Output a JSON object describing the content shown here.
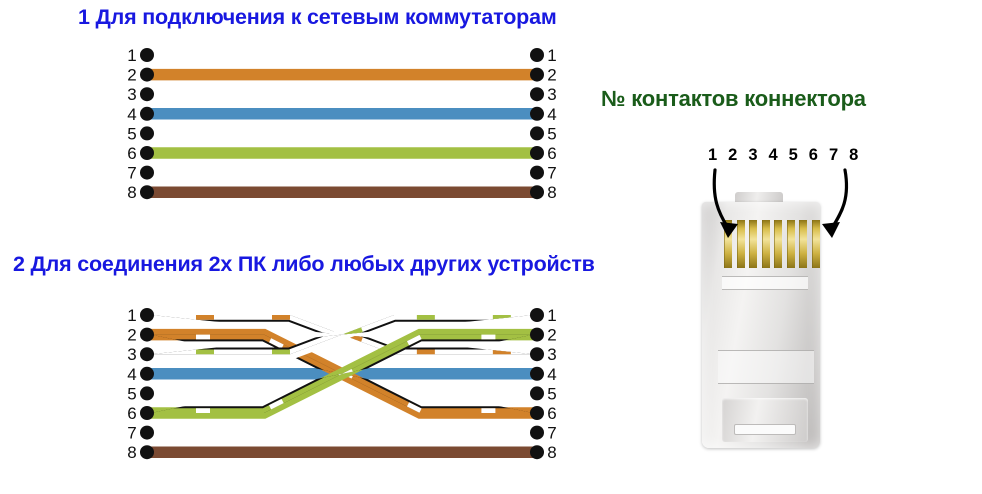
{
  "headings": {
    "straight": "1 Для подключения к сетевым коммутаторам",
    "crossover": "2 Для соединения 2х ПК либо любых других устройств",
    "connector": "№ контактов коннектора"
  },
  "colors": {
    "heading_blue": "#1818e0",
    "heading_green": "#1a5c1a",
    "orange": "#d2822a",
    "green": "#a3c043",
    "blue": "#4b8ec0",
    "brown": "#7b4a32",
    "white": "#ffffff",
    "outline": "#111111",
    "pin_dot": "#111111",
    "contact_gold": "#d8bd4b"
  },
  "connector": {
    "pin_numbers_label": "1 2 3 4 5 6 7 8",
    "pin_numbers": [
      "1",
      "2",
      "3",
      "4",
      "5",
      "6",
      "7",
      "8"
    ],
    "contact_count": 8,
    "arrow_targets": [
      "1",
      "8"
    ]
  },
  "diagrams": [
    {
      "id": "straight",
      "name": "straight-through",
      "title_ref": "headings.straight",
      "left_pins": [
        "1",
        "2",
        "3",
        "4",
        "5",
        "6",
        "7",
        "8"
      ],
      "right_pins": [
        "1",
        "2",
        "3",
        "4",
        "5",
        "6",
        "7",
        "8"
      ],
      "wires": [
        {
          "left_pin": 1,
          "right_pin": 1,
          "color": "orange",
          "style": "striped"
        },
        {
          "left_pin": 2,
          "right_pin": 2,
          "color": "orange",
          "style": "solid"
        },
        {
          "left_pin": 3,
          "right_pin": 3,
          "color": "green",
          "style": "striped"
        },
        {
          "left_pin": 4,
          "right_pin": 4,
          "color": "blue",
          "style": "solid"
        },
        {
          "left_pin": 5,
          "right_pin": 5,
          "color": "blue",
          "style": "striped"
        },
        {
          "left_pin": 6,
          "right_pin": 6,
          "color": "green",
          "style": "solid"
        },
        {
          "left_pin": 7,
          "right_pin": 7,
          "color": "brown",
          "style": "striped"
        },
        {
          "left_pin": 8,
          "right_pin": 8,
          "color": "brown",
          "style": "solid"
        }
      ]
    },
    {
      "id": "crossover",
      "name": "crossover",
      "title_ref": "headings.crossover",
      "left_pins": [
        "1",
        "2",
        "3",
        "4",
        "5",
        "6",
        "7",
        "8"
      ],
      "right_pins": [
        "1",
        "2",
        "3",
        "4",
        "5",
        "6",
        "7",
        "8"
      ],
      "wires": [
        {
          "left_pin": 1,
          "right_pin": 3,
          "color": "orange",
          "style": "striped"
        },
        {
          "left_pin": 2,
          "right_pin": 6,
          "color": "orange",
          "style": "solid"
        },
        {
          "left_pin": 3,
          "right_pin": 1,
          "color": "green",
          "style": "striped"
        },
        {
          "left_pin": 4,
          "right_pin": 4,
          "color": "blue",
          "style": "solid"
        },
        {
          "left_pin": 5,
          "right_pin": 5,
          "color": "blue",
          "style": "striped"
        },
        {
          "left_pin": 6,
          "right_pin": 2,
          "color": "green",
          "style": "solid"
        },
        {
          "left_pin": 7,
          "right_pin": 7,
          "color": "brown",
          "style": "striped"
        },
        {
          "left_pin": 8,
          "right_pin": 8,
          "color": "brown",
          "style": "solid"
        }
      ]
    }
  ]
}
